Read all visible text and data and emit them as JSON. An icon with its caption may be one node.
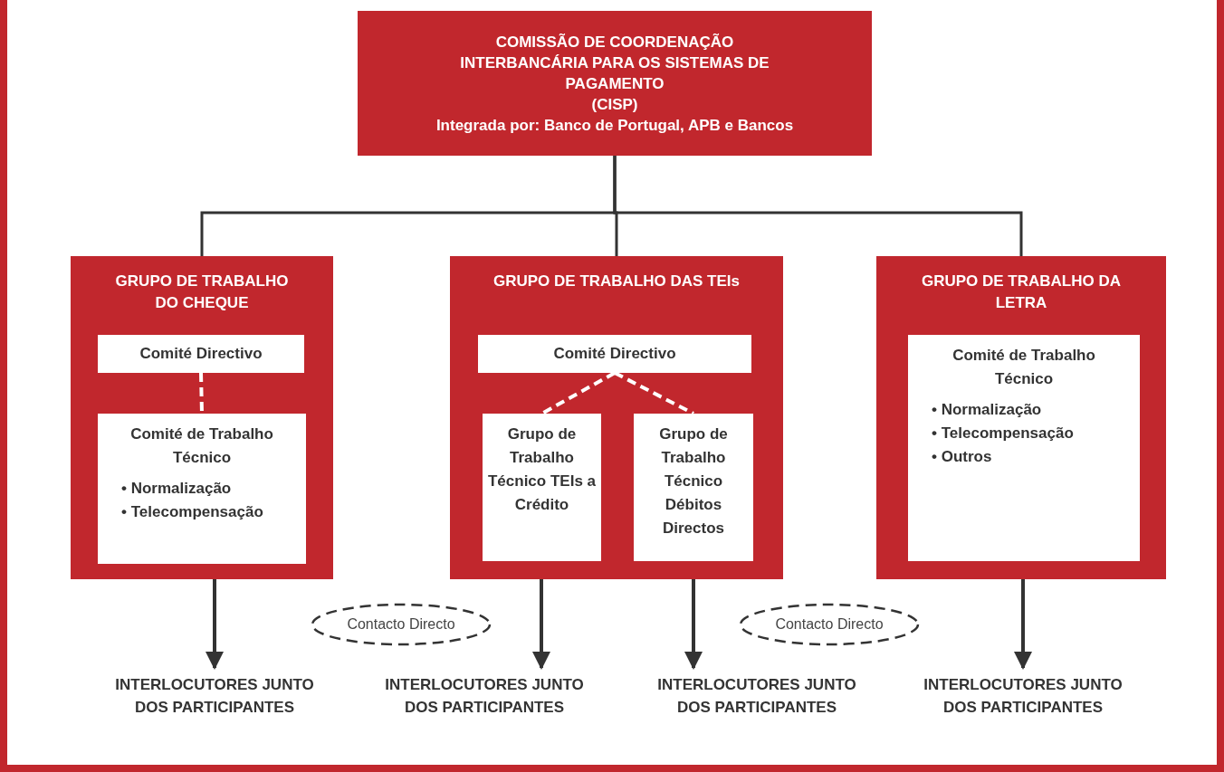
{
  "diagram": {
    "nodes": [
      {
        "text": [
          "COMISSÃO DE COORDENAÇÃO INTERBANCÁRIA PARA OS SISTEMAS DE PAGAMENTO",
          "(CISP)",
          "Integrada por: Banco de Portugal, APB e Bancos"
        ]
      },
      {
        "text": [
          "GRUPO DE TRABALHO DO CHEQUE"
        ]
      },
      {
        "text": [
          "Comité Directivo"
        ],
        "in": 1
      },
      {
        "text": [
          "Comité de Trabalho Técnico",
          "• Normalização",
          "• Telecompensação"
        ],
        "in": 1
      },
      {
        "text": [
          "GRUPO DE TRABALHO DAS TEIs"
        ]
      },
      {
        "text": [
          "Comité Directivo"
        ],
        "in": 4
      },
      {
        "text": [
          "Grupo de Trabalho Técnico TEIs a Crédito"
        ],
        "in": 4
      },
      {
        "text": [
          "Grupo de Trabalho Técnico Débitos Directos"
        ],
        "in": 4
      },
      {
        "text": [
          "GRUPO DE TRABALHO DA LETRA"
        ]
      },
      {
        "text": [
          "Comité de Trabalho Técnico",
          "• Normalização",
          "• Telecompensação",
          "• Outros"
        ],
        "in": 8
      },
      {
        "text": [
          "Contacto Directo"
        ]
      },
      {
        "text": [
          "Contacto Directo"
        ]
      },
      {
        "text": [
          "INTERLOCUTORES JUNTO DOS PARTICIPANTES"
        ]
      },
      {
        "text": [
          "INTERLOCUTORES JUNTO DOS PARTICIPANTES"
        ]
      },
      {
        "text": [
          "INTERLOCUTORES JUNTO DOS PARTICIPANTES"
        ]
      },
      {
        "text": [
          "INTERLOCUTORES JUNTO DOS PARTICIPANTES"
        ]
      }
    ],
    "edges": [
      {
        "from": 0,
        "to": 1,
        "arrow": "none"
      },
      {
        "from": 0,
        "to": 4,
        "arrow": "none"
      },
      {
        "from": 0,
        "to": 8,
        "arrow": "none"
      },
      {
        "from": 2,
        "to": 3,
        "arrow": "none",
        "style": "dashed",
        "color": "#ffffff"
      },
      {
        "from": 5,
        "to": 6,
        "arrow": "none",
        "style": "dashed",
        "color": "#ffffff"
      },
      {
        "from": 5,
        "to": 7,
        "arrow": "none",
        "style": "dashed",
        "color": "#ffffff"
      },
      {
        "from": 1,
        "to": 12,
        "arrow": "to"
      },
      {
        "from": 4,
        "to": 13,
        "arrow": "to"
      },
      {
        "from": 4,
        "to": 14,
        "arrow": "to"
      },
      {
        "from": 8,
        "to": 15,
        "arrow": "to"
      }
    ]
  }
}
